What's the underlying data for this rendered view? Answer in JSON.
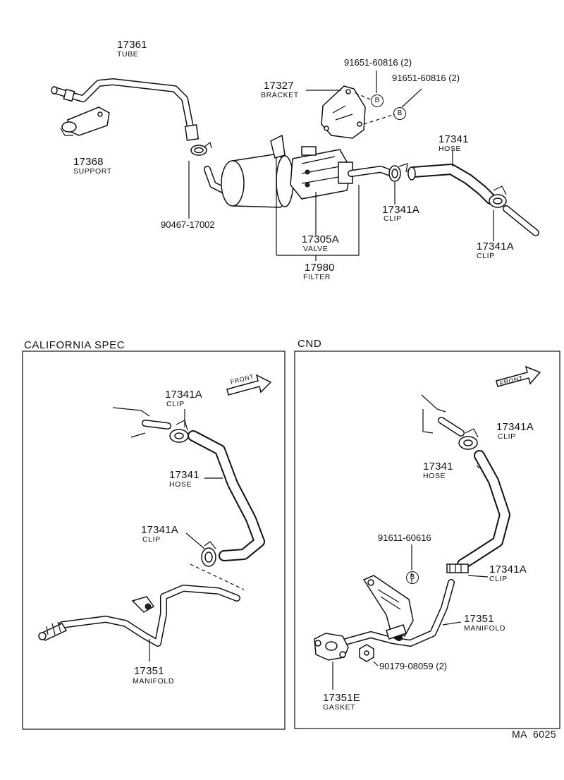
{
  "top": {
    "tube": {
      "num": "17361",
      "name": "TUBE"
    },
    "support": {
      "num": "17368",
      "name": "SUPPORT"
    },
    "clamp": {
      "num": "90467-17002"
    },
    "bracket": {
      "num": "17327",
      "name": "BRACKET"
    },
    "bolt1": {
      "num": "91651-60816 (2)"
    },
    "bolt2": {
      "num": "91651-60816 (2)"
    },
    "valve": {
      "num": "17305A",
      "name": "VALVE"
    },
    "filter": {
      "num": "17980",
      "name": "FILTER"
    },
    "hose": {
      "num": "17341",
      "name": "HOSE"
    },
    "clip1": {
      "num": "17341A",
      "name": "CLIP"
    },
    "clip2": {
      "num": "17341A",
      "name": "CLIP"
    },
    "callout_letter": "B"
  },
  "california": {
    "title": "CALIFORNIA SPEC",
    "front": "FRONT",
    "clip1": {
      "num": "17341A",
      "name": "CLIP"
    },
    "hose": {
      "num": "17341",
      "name": "HOSE"
    },
    "clip2": {
      "num": "17341A",
      "name": "CLIP"
    },
    "manifold": {
      "num": "17351",
      "name": "MANIFOLD"
    }
  },
  "cnd": {
    "title": "CND",
    "front": "FRONT",
    "clip1": {
      "num": "17341A",
      "name": "CLIP"
    },
    "hose": {
      "num": "17341",
      "name": "HOSE"
    },
    "bolt": {
      "num": "91611-60616"
    },
    "clip2": {
      "num": "17341A",
      "name": "CLIP"
    },
    "manifold": {
      "num": "17351",
      "name": "MANIFOLD"
    },
    "nut": {
      "num": "90179-08059 (2)"
    },
    "gasket": {
      "num": "17351E",
      "name": "GASKET"
    },
    "callout_letter": "B"
  },
  "figure_ref": "MA  6025"
}
